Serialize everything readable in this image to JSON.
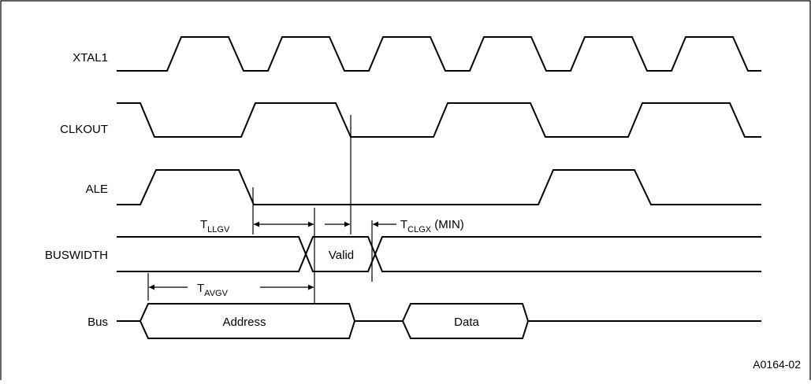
{
  "signals": {
    "xtal1": "XTAL1",
    "clkout": "CLKOUT",
    "ale": "ALE",
    "buswidth": "BUSWIDTH",
    "bus": "Bus"
  },
  "segments": {
    "valid": "Valid",
    "address": "Address",
    "data": "Data"
  },
  "timings": {
    "t_llgv": {
      "main": "T",
      "sub": "LLGV"
    },
    "t_clgx": {
      "main": "T",
      "sub": "CLGX",
      "suffix": " (MIN)"
    },
    "t_avgv": {
      "main": "T",
      "sub": "AVGV"
    }
  },
  "figure_id": "A0164-02"
}
